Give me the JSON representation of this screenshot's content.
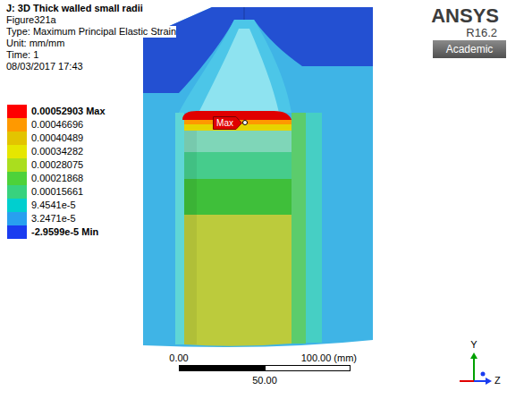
{
  "diagram": {
    "title": "J: 3D Thick walled small radii",
    "nodes": [
      {
        "text": [
          "Academic"
        ]
      },
      {
        "text": [
          "Max"
        ]
      }
    ],
    "labels": [
      "Figure321a",
      "Type: Maximum Principal Elastic Strain",
      "Unit: mm/mm",
      "Time: 1",
      "08/03/2017 17:43",
      "ANSYS",
      "R16.2",
      "0.00",
      "100.00 (mm)",
      "50.00",
      "Y",
      "Z"
    ],
    "legend": [
      {
        "text": "0.00052903 Max",
        "color": "#ff0000"
      },
      {
        "text": "0.00046696",
        "color": "#ff9900"
      },
      {
        "text": "0.00040489",
        "color": "#e3c400"
      },
      {
        "text": "0.00034282",
        "color": "#e6e600"
      },
      {
        "text": "0.00028075",
        "color": "#aade1e"
      },
      {
        "text": "0.00021868",
        "color": "#4dd23a"
      },
      {
        "text": "0.00015661",
        "color": "#38d27e"
      },
      {
        "text": "9.4541e-5",
        "color": "#00cfcf"
      },
      {
        "text": "3.2471e-5",
        "color": "#28a0f0"
      },
      {
        "text": "-2.9599e-5 Min",
        "color": "#1a3cf0"
      }
    ]
  }
}
